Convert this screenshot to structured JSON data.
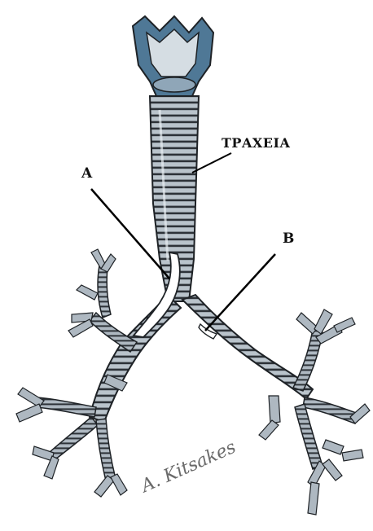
{
  "labels": {
    "trachea": "ΤΡΑΧΕΙΑ",
    "a": "A",
    "b": "B"
  },
  "signature": "A. Kitsakes",
  "colors": {
    "tissue_fill": "#b9c3cb",
    "ring_stroke": "#2d3238",
    "outline": "#1e2226",
    "cartilage_blue": "#4f7896",
    "lumen_white": "#ffffff",
    "pointer_line": "#000000"
  }
}
